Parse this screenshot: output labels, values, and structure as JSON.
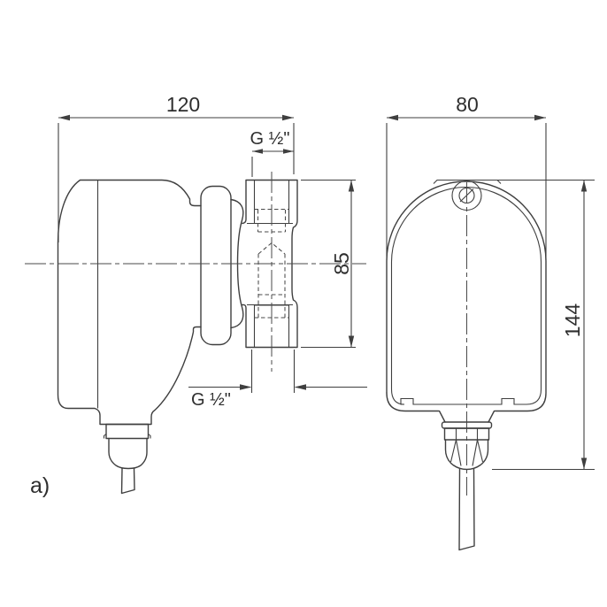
{
  "figure": {
    "label": "a)",
    "description": "Technical drawing of a circulation pump, two orthographic views",
    "colors": {
      "line": "#3f3f3f",
      "text": "#2e2e2e",
      "background": "#ffffff"
    }
  },
  "side_view": {
    "name": "pump side view",
    "dim_width": "120",
    "dim_thread_top": "G ½\"",
    "dim_port_height": "85",
    "dim_thread_bottom": "G ½\""
  },
  "front_view": {
    "name": "pump front view",
    "dim_width": "80",
    "dim_height": "144"
  }
}
